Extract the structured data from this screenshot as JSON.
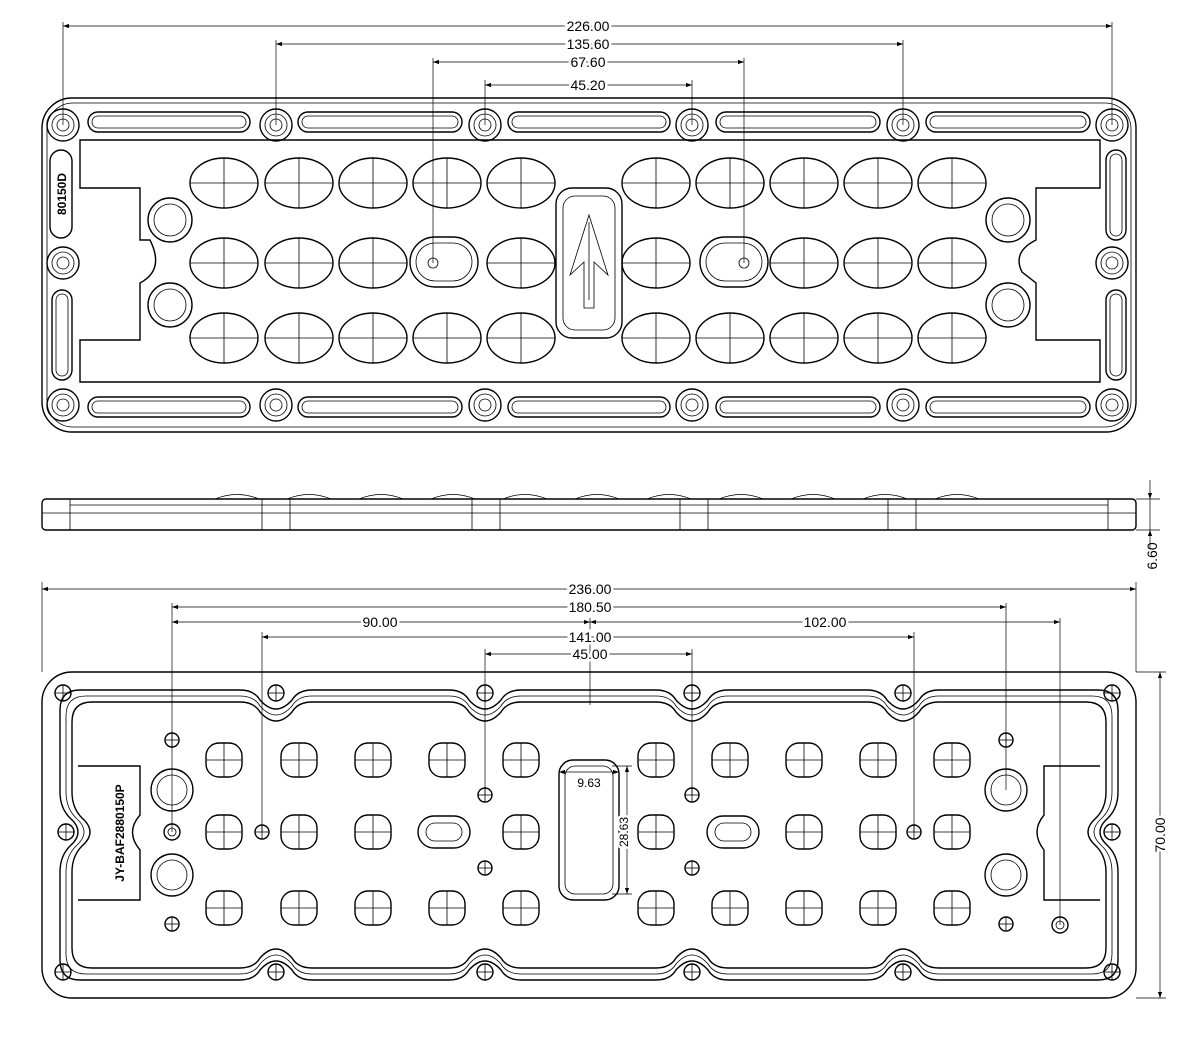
{
  "top_view": {
    "engraving": "80150D",
    "dimensions": {
      "overall_hole_span": "226.00",
      "second_hole_span": "135.60",
      "screw_span": "67.60",
      "center_hole_span": "45.20"
    }
  },
  "side_view": {
    "thickness": "6.60"
  },
  "bottom_view": {
    "engraving": "JY-BAF2880150P",
    "dimensions": {
      "overall_length": "236.00",
      "mounting_span": "180.50",
      "left_offset": "90.00",
      "right_offset": "102.00",
      "inner_span": "141.00",
      "center_span": "45.00",
      "slot_width": "9.63",
      "slot_length": "28.63",
      "overall_height": "70.00"
    }
  }
}
